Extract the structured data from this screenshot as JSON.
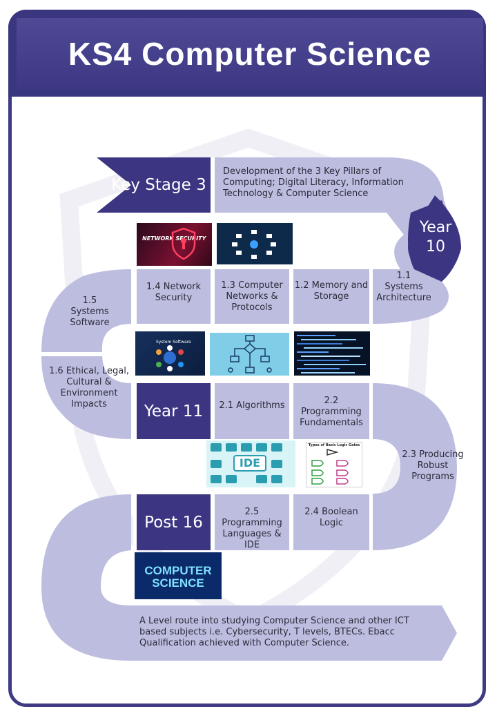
{
  "title": "KS4 Computer Science",
  "colors": {
    "dark": "#3b3582",
    "light": "#bdbde0",
    "frame": "#3f3a84"
  },
  "stages": {
    "ks3": "Key Stage 3",
    "year10": "Year 10",
    "year11": "Year 11",
    "post16": "Post 16"
  },
  "intro": "Development of the 3 Key Pillars of Computing; Digital Literacy, Information Technology & Computer Science",
  "topics": {
    "t1_1": "1.1 Systems Architecture",
    "t1_2": "1.2 Memory and Storage",
    "t1_3": "1.3  Computer Networks & Protocols",
    "t1_4": "1.4 Network Security",
    "t1_5": "1.5 Systems Software",
    "t1_6": "1.6 Ethical, Legal, Cultural & Environment Impacts",
    "t2_1": "2.1 Algorithms",
    "t2_2": "2.2 Programming Fundamentals",
    "t2_3": "2.3 Producing Robust Programs",
    "t2_4": "2.4 Boolean Logic",
    "t2_5": "2.5 Programming Languages & IDE"
  },
  "images": {
    "network_security": "NETWORK SECURITY",
    "system_software": "System Software",
    "ide": "IDE",
    "logic_gates": "Types of Basic Logic Gates",
    "cs_line1": "COMPUTER",
    "cs_line2": "SCIENCE"
  },
  "outro": "A Level route into studying Computer Science and other ICT based subjects i.e. Cybersecurity,  T levels, BTECs. Ebacc Qualification achieved with Computer Science."
}
